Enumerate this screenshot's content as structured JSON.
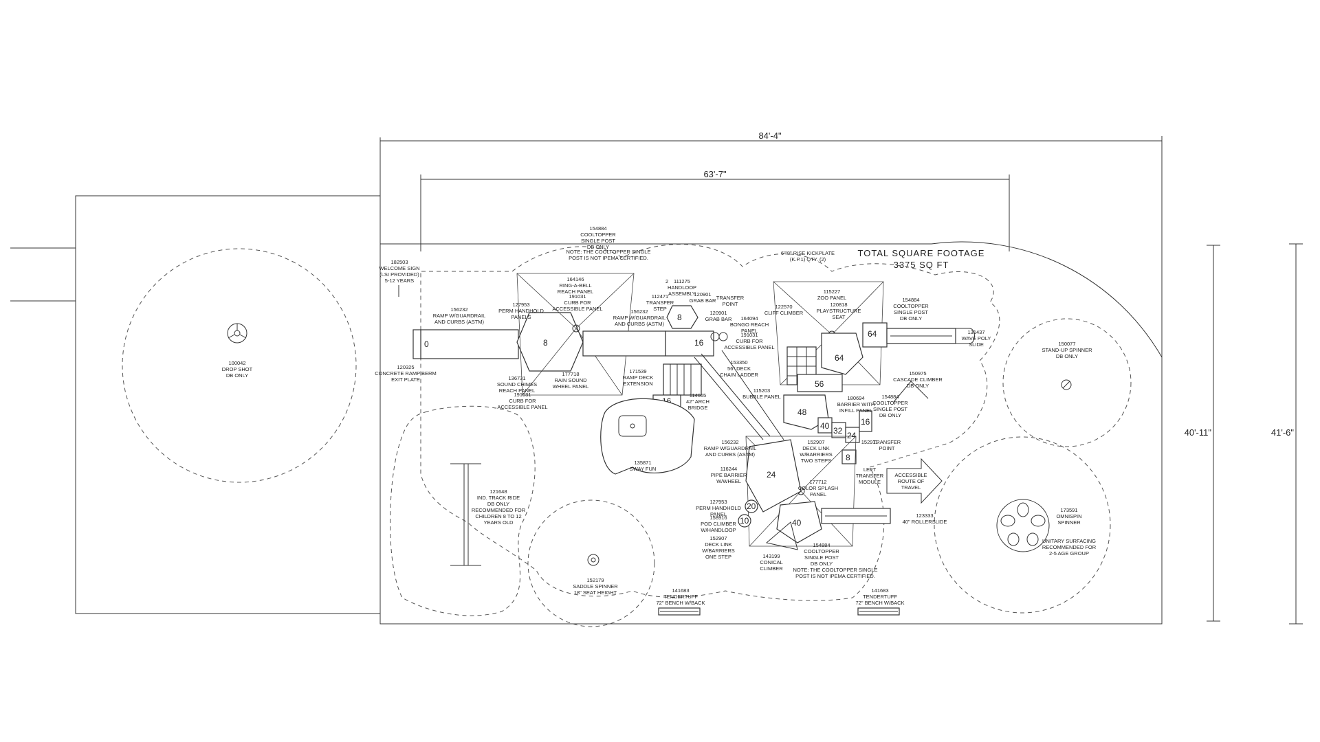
{
  "dimensions": {
    "overall_width": "84'-4\"",
    "inner_width": "63'-7\"",
    "height_inner": "40'-11\"",
    "height_outer": "41'-6\""
  },
  "total_area": {
    "line1": "TOTAL SQUARE FOOTAGE",
    "line2": "3375 SQ FT"
  },
  "labels": {
    "drop_shot": [
      "100042",
      "DROP SHOT",
      "DB ONLY"
    ],
    "welcome_sign": [
      "182503",
      "WELCOME SIGN",
      "(LSI PROVIDED)",
      "5-12 YEARS"
    ],
    "cooltopper_top": [
      "154884",
      "COOLTOPPER",
      "SINGLE POST",
      "DB ONLY"
    ],
    "cooltopper_note_top": [
      "NOTE: THE COOLTOPPER SINGLE",
      "POST IS NOT IPEMA CERTIFIED."
    ],
    "kickplate": [
      "6\"/8\" RISE KICKPLATE",
      "(K.P.1) QTY. (2)"
    ],
    "ring_a_bell": [
      "164146",
      "RING-A-BELL",
      "REACH PANEL"
    ],
    "curb_panel_a": [
      "191031",
      "CURB FOR",
      "ACCESSIBLE PANEL"
    ],
    "perm_handhold_a": [
      "127953",
      "PERM HANDHOLD",
      "PANELS"
    ],
    "ramp_a": [
      "156232",
      "RAMP W/GUARDRAIL",
      "AND CURBS (ASTM)"
    ],
    "ramp_b": [
      "156232",
      "RAMP W/GUARDRAIL",
      "AND CURBS (ASTM)"
    ],
    "concrete_ramp": [
      "120325",
      "CONCRETE RAMP BERM",
      "EXIT PLATE"
    ],
    "sound_chimes": [
      "136731",
      "SOUND CHIMES",
      "REACH PANEL"
    ],
    "curb_panel_b": [
      "191031",
      "CURB FOR",
      "ACCESSIBLE PANEL"
    ],
    "rain_wheel": [
      "177718",
      "RAIN SOUND",
      "WHEEL PANEL"
    ],
    "ramp_deck_ext": [
      "171539",
      "RAMP DECK",
      "EXTENSION"
    ],
    "transfer_step": [
      "112471",
      "TRANSFER",
      "STEP"
    ],
    "handloop": [
      "2",
      "111275",
      "HANDLOOP",
      "ASSEMBLY"
    ],
    "grab_bar": [
      "120901",
      "GRAB BAR"
    ],
    "transfer_point_a": [
      "TRANSFER",
      "POINT"
    ],
    "grab_bar_b": [
      "120901",
      "GRAB BAR"
    ],
    "bongo": [
      "164094",
      "BONGO REACH",
      "PANEL"
    ],
    "curb_panel_c": [
      "191031",
      "CURB FOR",
      "ACCESSIBLE PANEL"
    ],
    "chain_ladder": [
      "153350",
      "56\" DECK",
      "CHAIN LADDER"
    ],
    "bubble": [
      "115203",
      "BUBBLE PANEL"
    ],
    "arch_bridge": [
      "114665",
      "42\" ARCH",
      "BRIDGE"
    ],
    "sway_fun": [
      "135871",
      "SWAY FUN"
    ],
    "zoo_panel": [
      "115227",
      "ZOO PANEL"
    ],
    "cliff_climber": [
      "122570",
      "CLIFF CLIMBER"
    ],
    "playstructure_seat": [
      "120818",
      "PLAYSTRUCTURE",
      "SEAT"
    ],
    "cooltopper_right": [
      "154884",
      "COOLTOPPER",
      "SINGLE POST",
      "DB ONLY"
    ],
    "wave_slide": [
      "131437",
      "WAVE POLY",
      "SLIDE"
    ],
    "cascade": [
      "150975",
      "CASCADE CLIMBER",
      "DB ONLY"
    ],
    "barrier_infill": [
      "180694",
      "BARRIER WITH",
      "INFILL PANEL"
    ],
    "cooltopper_mid": [
      "154884",
      "COOLTOPPER",
      "SINGLE POST",
      "DB ONLY"
    ],
    "deck_link_two": [
      "152907",
      "DECK LINK",
      "W/BARRIERS",
      "TWO STEPS"
    ],
    "transfer_module": [
      "152911",
      "LEFT",
      "TRANSFER",
      "MODULE"
    ],
    "transfer_point_b": [
      "TRANSFER",
      "POINT"
    ],
    "accessible_route": [
      "ACCESSIBLE",
      "ROUTE OF",
      "TRAVEL"
    ],
    "ramp_c": [
      "156232",
      "RAMP W/GUARDRAIL",
      "AND CURBS (ASTM)"
    ],
    "pipe_barrier": [
      "116244",
      "PIPE BARRIER",
      "W/WHEEL"
    ],
    "color_splash": [
      "177712",
      "COLOR SPLASH",
      "PANEL"
    ],
    "perm_handhold_b": [
      "127953",
      "PERM HANDHOLD",
      "PANEL"
    ],
    "pod_climber": [
      "158916",
      "POD CLIMBER",
      "W/HANDLOOP"
    ],
    "deck_link_one": [
      "152907",
      "DECK LINK",
      "W/BARRIERS",
      "ONE STEP"
    ],
    "conical": [
      "143199",
      "CONICAL",
      "CLIMBER"
    ],
    "cooltopper_bottom": [
      "154884",
      "COOLTOPPER",
      "SINGLE POST",
      "DB ONLY"
    ],
    "cooltopper_note_bottom": [
      "NOTE: THE COOLTOPPER SINGLE",
      "POST IS NOT IPEMA CERTIFIED."
    ],
    "rollerslide": [
      "123333",
      "40\" ROLLERSLIDE"
    ],
    "track_ride": [
      "121648",
      "IND. TRACK RIDE",
      "DB ONLY",
      "RECOMMENDED FOR",
      "CHILDREN 8 TO 12",
      "YEARS OLD"
    ],
    "saddle_spinner": [
      "152179",
      "SADDLE SPINNER",
      "18\" SEAT HEIGHT"
    ],
    "bench_a": [
      "141683",
      "TENDERTUFF",
      "72\" BENCH W/BACK"
    ],
    "bench_b": [
      "141683",
      "TENDERTUFF",
      "72\" BENCH W/BACK"
    ],
    "standup_spinner": [
      "150077",
      "STAND-UP SPINNER",
      "DB ONLY"
    ],
    "omnispin": [
      "173591",
      "OMNISPIN",
      "SPINNER",
      "",
      "UNITARY SURFACING",
      "RECOMMENDED FOR",
      "2-5 AGE GROUP"
    ]
  },
  "deck_heights": [
    "0",
    "8",
    "16",
    "8",
    "16",
    "64",
    "64",
    "56",
    "48",
    "40",
    "32",
    "24",
    "16",
    "8",
    "24",
    "20",
    "10",
    "40"
  ]
}
